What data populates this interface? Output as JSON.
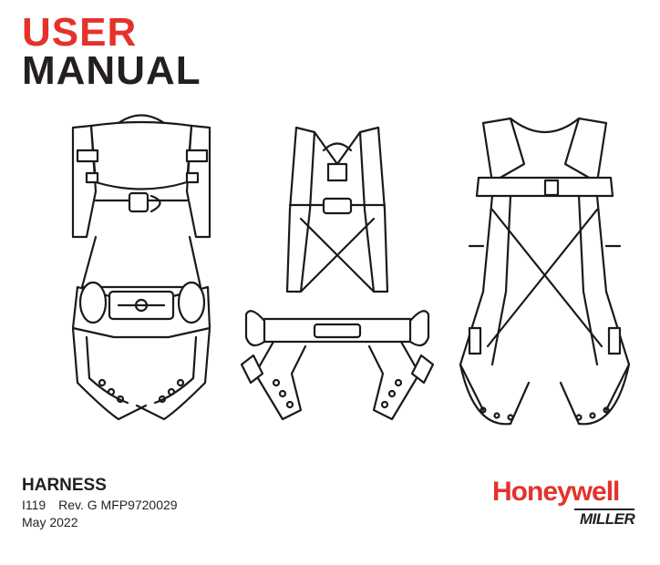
{
  "header": {
    "title_line1": "USER",
    "title_line2": "MANUAL"
  },
  "product": {
    "name": "HARNESS",
    "code": "I119",
    "revision": "Rev. G MFP9720029",
    "date": "May 2022"
  },
  "branding": {
    "brand": "Honeywell",
    "sub_brand": "MILLER"
  },
  "colors": {
    "accent_red": "#e4322b",
    "text_dark": "#231f20",
    "line_art": "#1a1a1a"
  }
}
